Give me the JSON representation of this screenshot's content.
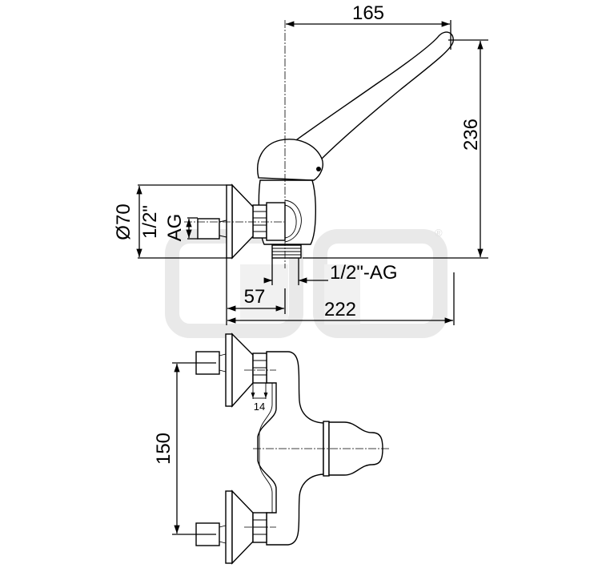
{
  "drawing": {
    "dimensions": {
      "lever_reach": "165",
      "total_height": "236",
      "rosette_diameter": "Ø70",
      "inlet_thread_line1": "1/2\"",
      "inlet_thread_line2": "AG",
      "outlet_thread": "1/2\"-AG",
      "wall_to_axis": "57",
      "total_depth": "222",
      "inlet_spacing": "150",
      "nut_width": "14"
    },
    "watermark": {
      "registered_mark": "®",
      "color": "#e9e9e9"
    }
  }
}
